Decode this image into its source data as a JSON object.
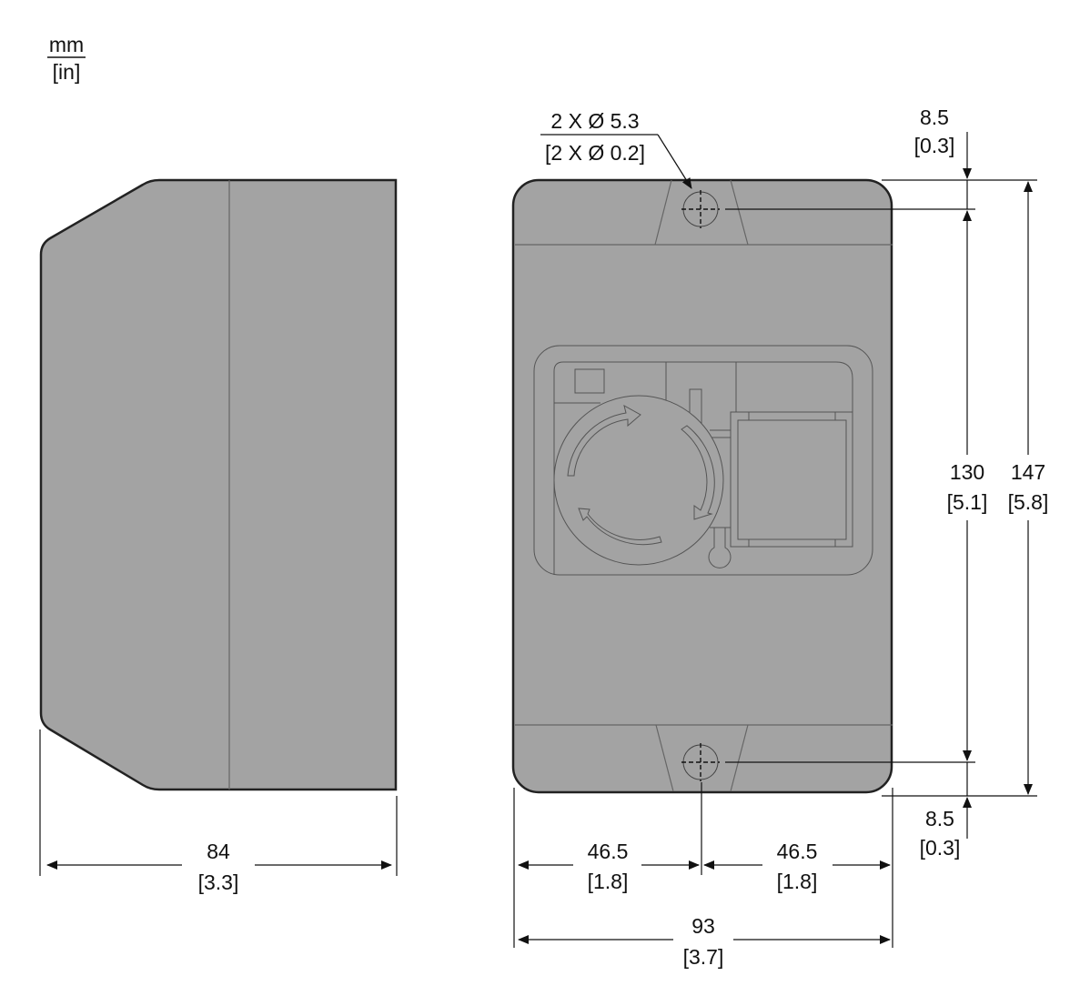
{
  "units": {
    "primary": "mm",
    "secondary": "[in]"
  },
  "colors": {
    "body_fill": "#a3a3a3",
    "outline": "#222222",
    "detail_line": "#555555",
    "dimension_line": "#111111",
    "background": "#ffffff"
  },
  "side_view": {
    "width_dimension": {
      "mm": "84",
      "in": "[3.3]"
    }
  },
  "front_view": {
    "mounting_holes": {
      "mm": "2 X Ø 5.3",
      "in": "[2 X Ø 0.2]"
    },
    "top_offset": {
      "mm": "8.5",
      "in": "[0.3]"
    },
    "bottom_offset": {
      "mm": "8.5",
      "in": "[0.3]"
    },
    "hole_spacing_height": {
      "mm": "130",
      "in": "[5.1]"
    },
    "overall_height": {
      "mm": "147",
      "in": "[5.8]"
    },
    "left_half_width": {
      "mm": "46.5",
      "in": "[1.8]"
    },
    "right_half_width": {
      "mm": "46.5",
      "in": "[1.8]"
    },
    "overall_width": {
      "mm": "93",
      "in": "[3.7]"
    }
  }
}
